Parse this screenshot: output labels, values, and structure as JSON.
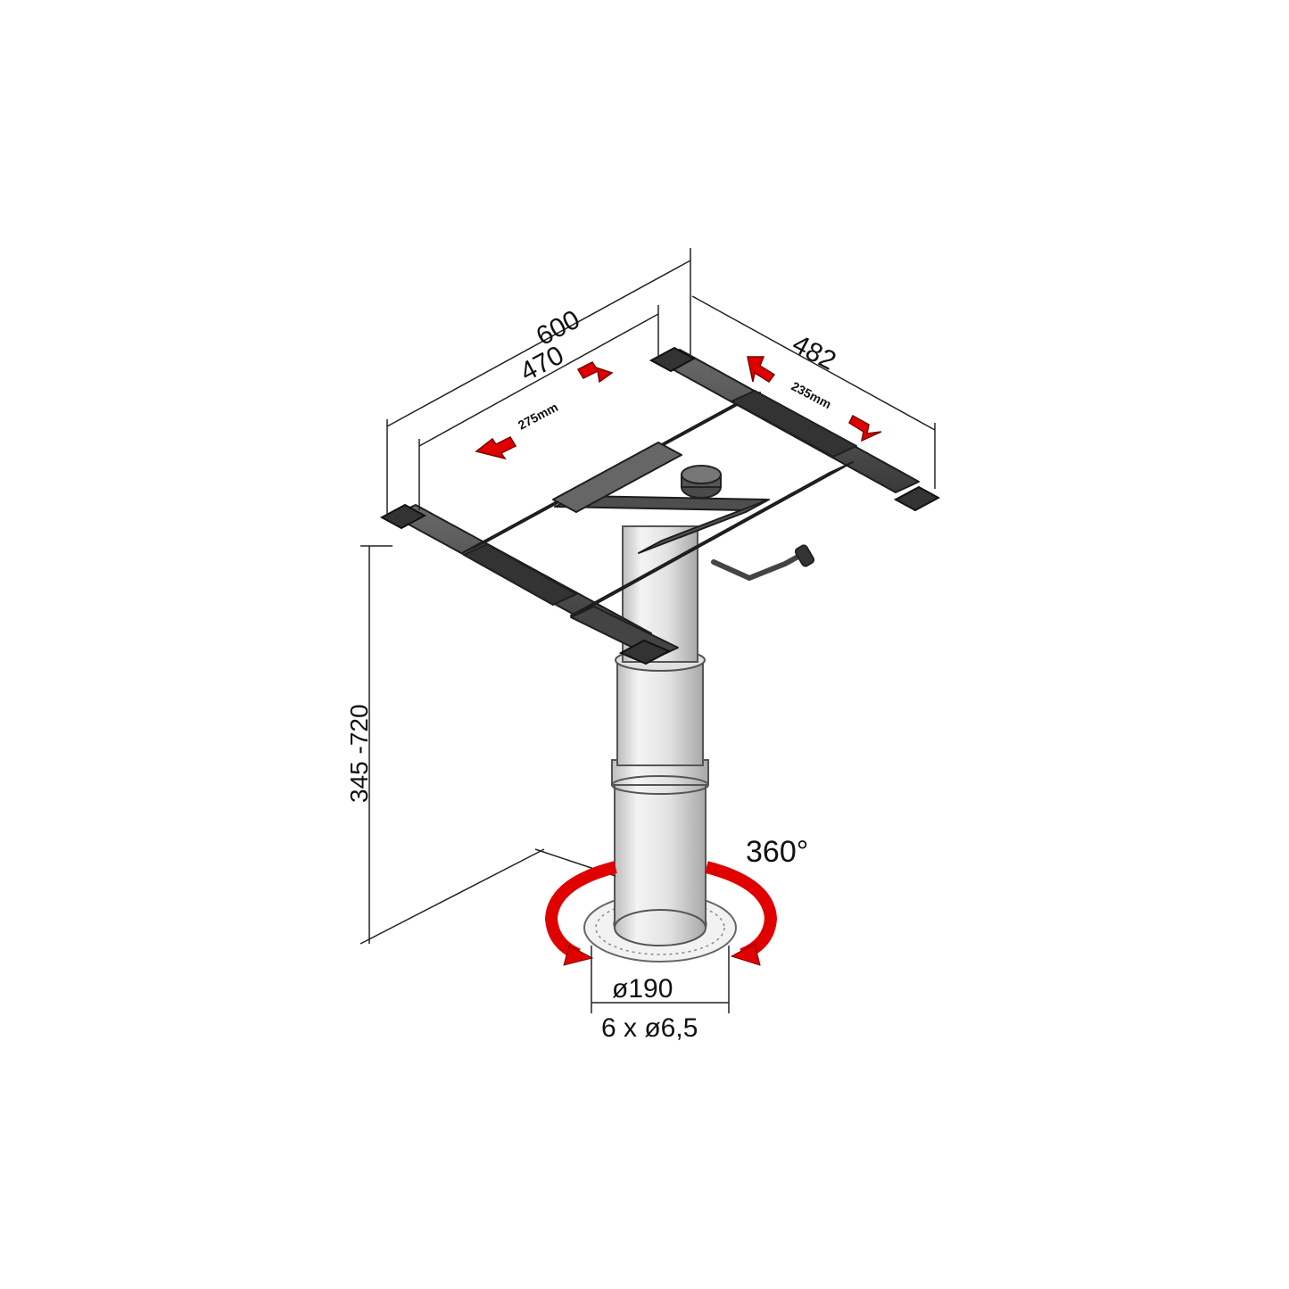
{
  "diagram": {
    "dimensions": {
      "overall_length": "600",
      "frame_length": "470",
      "length_travel": "275mm",
      "width": "482",
      "width_travel": "235mm",
      "height_range": "345 -720",
      "rotation": "360°",
      "base_diameter": "ø190",
      "mounting_holes": "6 x ø6,5"
    },
    "colors": {
      "frame": "#4a4a4a",
      "column": "#d9d9d9",
      "arrow": "#e00000",
      "lines": "#222222"
    }
  }
}
